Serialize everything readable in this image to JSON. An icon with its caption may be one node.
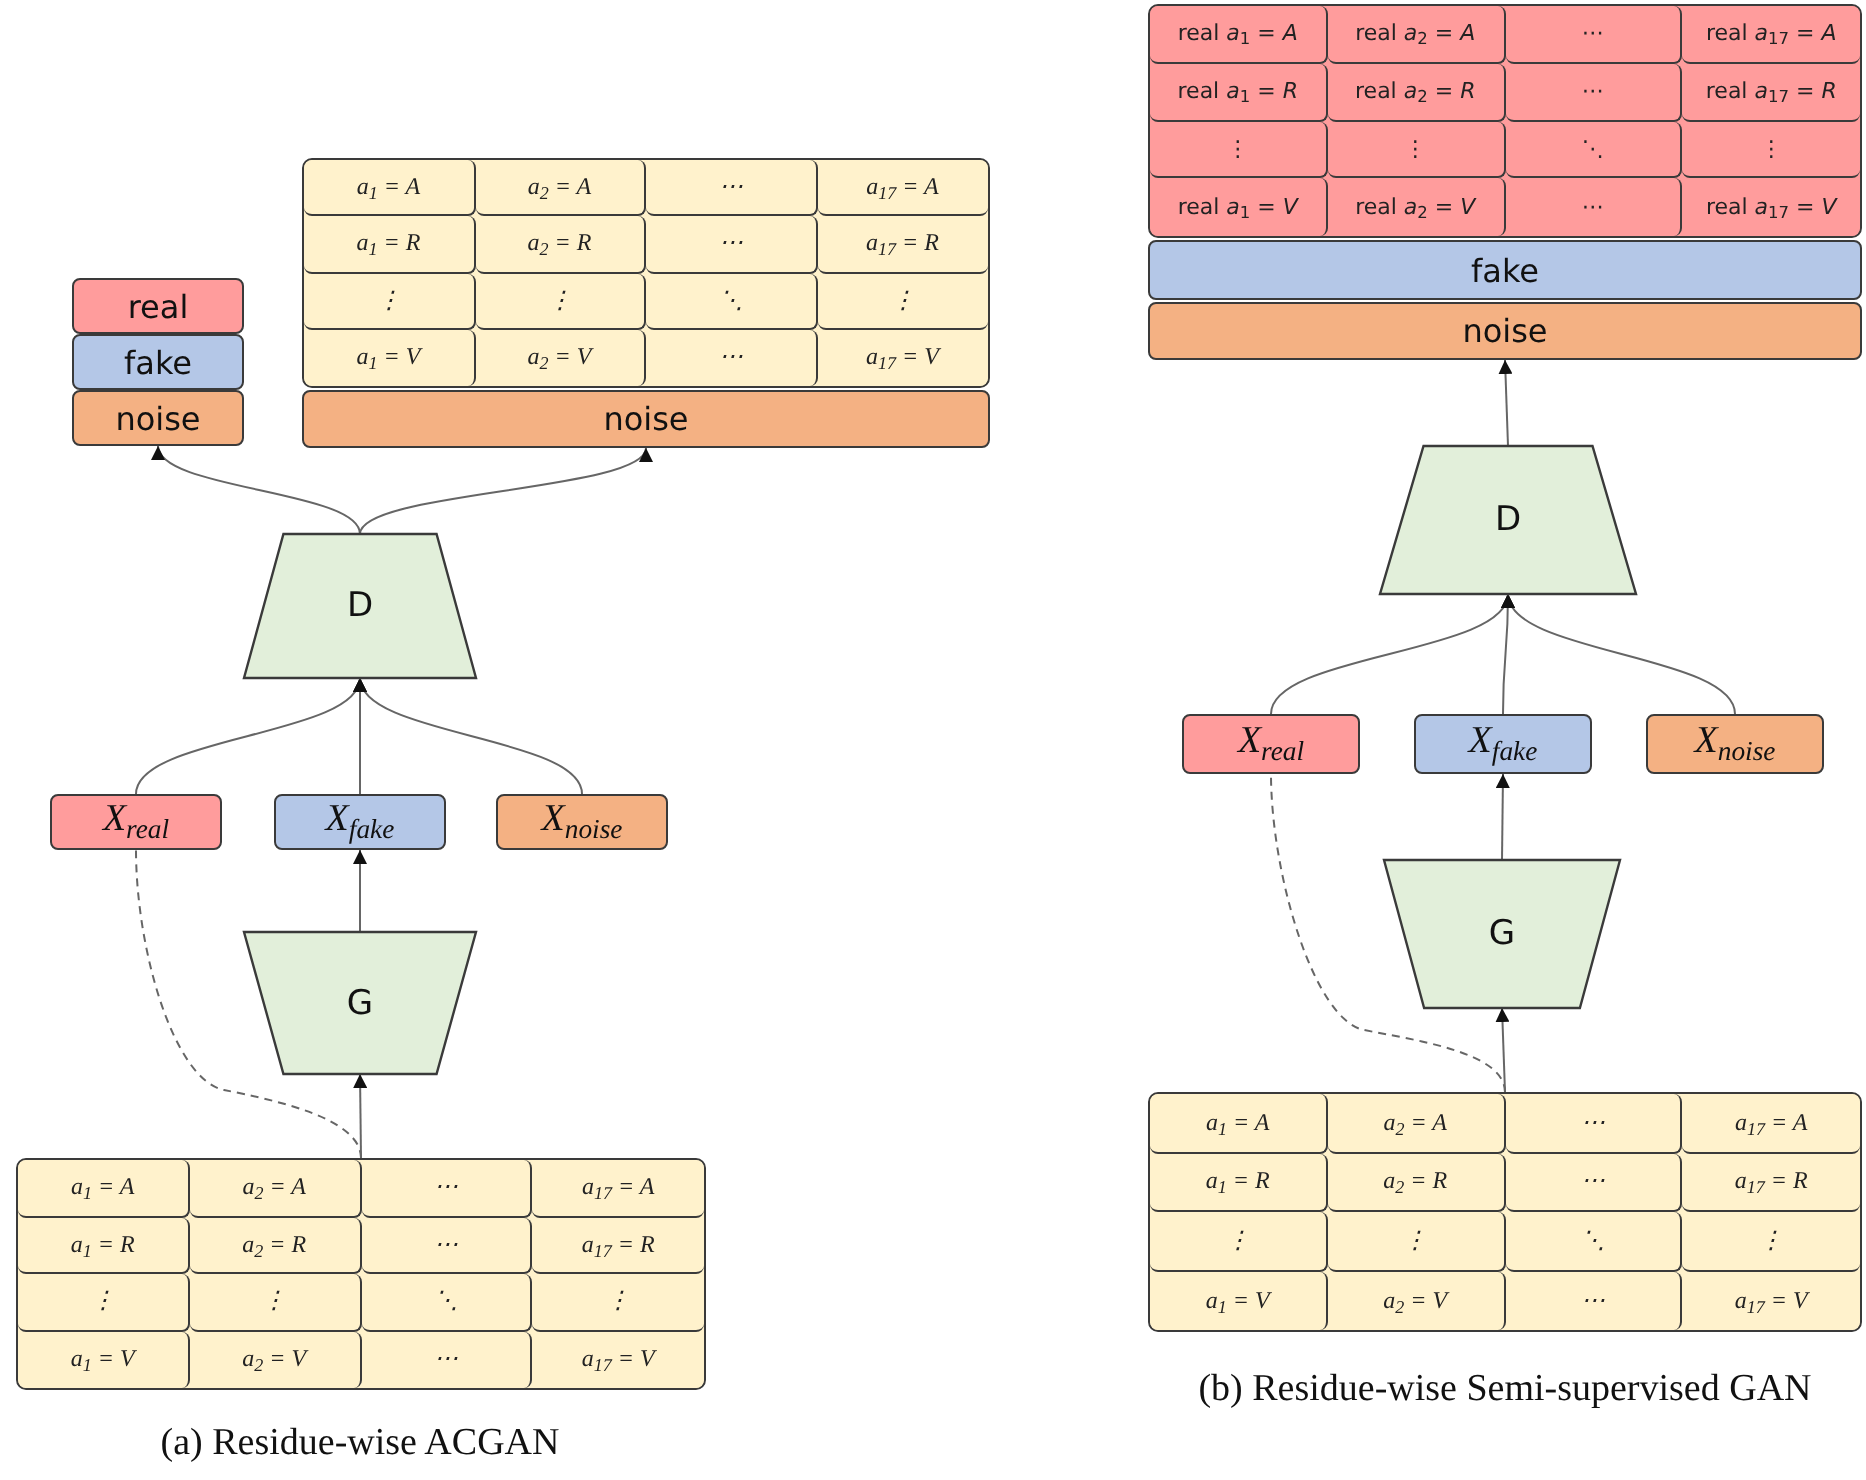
{
  "diagram": {
    "nodes": [
      {
        "text": [
          "real"
        ]
      },
      {
        "text": [
          "fake"
        ]
      },
      {
        "text": [
          "noise"
        ]
      },
      {
        "text": [],
        "shape": "box"
      },
      {
        "text": [
          "a$_{1}$ = A"
        ],
        "in": 3
      },
      {
        "text": [
          "a$_{2}$ = A"
        ],
        "in": 3
      },
      {
        "text": [
          "⋯"
        ],
        "in": 3
      },
      {
        "text": [
          "a$_{17}$ = A"
        ],
        "in": 3
      },
      {
        "text": [
          "a$_{1}$ = R"
        ],
        "in": 3
      },
      {
        "text": [
          "a$_{2}$ = R"
        ],
        "in": 3
      },
      {
        "text": [
          "⋯"
        ],
        "in": 3
      },
      {
        "text": [
          "a$_{17}$ = R"
        ],
        "in": 3
      },
      {
        "text": [
          "⋮"
        ],
        "in": 3
      },
      {
        "text": [
          "⋮"
        ],
        "in": 3
      },
      {
        "text": [
          "⋱"
        ],
        "in": 3
      },
      {
        "text": [
          "⋮"
        ],
        "in": 3
      },
      {
        "text": [
          "a$_{1}$ = V"
        ],
        "in": 3
      },
      {
        "text": [
          "a$_{2}$ = V"
        ],
        "in": 3
      },
      {
        "text": [
          "⋯"
        ],
        "in": 3
      },
      {
        "text": [
          "a$_{17}$ = V"
        ],
        "in": 3
      },
      {
        "text": [
          "noise"
        ]
      },
      {
        "text": [
          "D"
        ]
      },
      {
        "text": [
          "X$_{real}$"
        ]
      },
      {
        "text": [
          "X$_{fake}$"
        ]
      },
      {
        "text": [
          "X$_{noise}$"
        ]
      },
      {
        "text": [
          "G"
        ]
      },
      {
        "text": [],
        "shape": "box"
      },
      {
        "text": [
          "a$_{1}$ = A"
        ],
        "in": 26
      },
      {
        "text": [
          "a$_{2}$ = A"
        ],
        "in": 26
      },
      {
        "text": [
          "⋯"
        ],
        "in": 26
      },
      {
        "text": [
          "a$_{17}$ = A"
        ],
        "in": 26
      },
      {
        "text": [
          "a$_{1}$ = R"
        ],
        "in": 26
      },
      {
        "text": [
          "a$_{2}$ = R"
        ],
        "in": 26
      },
      {
        "text": [
          "⋯"
        ],
        "in": 26
      },
      {
        "text": [
          "a$_{17}$ = R"
        ],
        "in": 26
      },
      {
        "text": [
          "⋮"
        ],
        "in": 26
      },
      {
        "text": [
          "⋮"
        ],
        "in": 26
      },
      {
        "text": [
          "⋱"
        ],
        "in": 26
      },
      {
        "text": [
          "⋮"
        ],
        "in": 26
      },
      {
        "text": [
          "a$_{1}$ = V"
        ],
        "in": 26
      },
      {
        "text": [
          "a$_{2}$ = V"
        ],
        "in": 26
      },
      {
        "text": [
          "⋯"
        ],
        "in": 26
      },
      {
        "text": [
          "a$_{17}$ = V"
        ],
        "in": 26
      },
      {
        "text": [],
        "shape": "box"
      },
      {
        "text": [
          "real *a*$_{1}$ = *A*"
        ],
        "in": 43
      },
      {
        "text": [
          "real *a*$_{2}$ = *A*"
        ],
        "in": 43
      },
      {
        "text": [
          "⋯"
        ],
        "in": 43
      },
      {
        "text": [
          "real *a*$_{17}$ = *A*"
        ],
        "in": 43
      },
      {
        "text": [
          "real *a*$_{1}$ = *R*"
        ],
        "in": 43
      },
      {
        "text": [
          "real *a*$_{2}$ = *R*"
        ],
        "in": 43
      },
      {
        "text": [
          "⋯"
        ],
        "in": 43
      },
      {
        "text": [
          "real *a*$_{17}$ = *R*"
        ],
        "in": 43
      },
      {
        "text": [
          "⋮"
        ],
        "in": 43
      },
      {
        "text": [
          "⋮"
        ],
        "in": 43
      },
      {
        "text": [
          "⋱"
        ],
        "in": 43
      },
      {
        "text": [
          "⋮"
        ],
        "in": 43
      },
      {
        "text": [
          "real *a*$_{1}$ = *V*"
        ],
        "in": 43
      },
      {
        "text": [
          "real *a*$_{2}$ = *V*"
        ],
        "in": 43
      },
      {
        "text": [
          "⋯"
        ],
        "in": 43
      },
      {
        "text": [
          "real *a*$_{17}$ = *V*"
        ],
        "in": 43
      },
      {
        "text": [
          "fake"
        ]
      },
      {
        "text": [
          "noise"
        ]
      },
      {
        "text": [
          "D"
        ]
      },
      {
        "text": [
          "X$_{real}$"
        ]
      },
      {
        "text": [
          "X$_{fake}$"
        ]
      },
      {
        "text": [
          "X$_{noise}$"
        ]
      },
      {
        "text": [
          "G"
        ]
      },
      {
        "text": [],
        "shape": "box"
      },
      {
        "text": [
          "a$_{1}$ = A"
        ],
        "in": 67
      },
      {
        "text": [
          "a$_{2}$ = A"
        ],
        "in": 67
      },
      {
        "text": [
          "⋯"
        ],
        "in": 67
      },
      {
        "text": [
          "a$_{17}$ = A"
        ],
        "in": 67
      },
      {
        "text": [
          "a$_{1}$ = R"
        ],
        "in": 67
      },
      {
        "text": [
          "a$_{2}$ = R"
        ],
        "in": 67
      },
      {
        "text": [
          "⋯"
        ],
        "in": 67
      },
      {
        "text": [
          "a$_{17}$ = R"
        ],
        "in": 67
      },
      {
        "text": [
          "⋮"
        ],
        "in": 67
      },
      {
        "text": [
          "⋮"
        ],
        "in": 67
      },
      {
        "text": [
          "⋱"
        ],
        "in": 67
      },
      {
        "text": [
          "⋮"
        ],
        "in": 67
      },
      {
        "text": [
          "a$_{1}$ = V"
        ],
        "in": 67
      },
      {
        "text": [
          "a$_{2}$ = V"
        ],
        "in": 67
      },
      {
        "text": [
          "⋯"
        ],
        "in": 67
      },
      {
        "text": [
          "a$_{17}$ = V"
        ],
        "in": 67
      }
    ],
    "edges": [
      {
        "from": 21,
        "to": 2,
        "arrow": "to"
      },
      {
        "from": 21,
        "to": 20,
        "arrow": "to"
      },
      {
        "from": 22,
        "to": 21,
        "arrow": "to"
      },
      {
        "from": 23,
        "to": 21,
        "arrow": "to"
      },
      {
        "from": 24,
        "to": 21,
        "arrow": "to"
      },
      {
        "from": 25,
        "to": 23,
        "arrow": "to"
      },
      {
        "from": 26,
        "to": 25,
        "arrow": "to"
      },
      {
        "from": 26,
        "to": 22,
        "arrow": "none",
        "style": "dashed"
      },
      {
        "from": 62,
        "to": 61,
        "arrow": "to"
      },
      {
        "from": 63,
        "to": 62,
        "arrow": "to"
      },
      {
        "from": 64,
        "to": 62,
        "arrow": "to"
      },
      {
        "from": 65,
        "to": 62,
        "arrow": "to"
      },
      {
        "from": 66,
        "to": 64,
        "arrow": "to"
      },
      {
        "from": 67,
        "to": 66,
        "arrow": "to"
      },
      {
        "from": 67,
        "to": 63,
        "arrow": "none",
        "style": "dashed"
      }
    ],
    "labels": [
      "(a) Residue-wise ACGAN",
      "(b) Residue-wise Semi-supervised GAN"
    ]
  }
}
